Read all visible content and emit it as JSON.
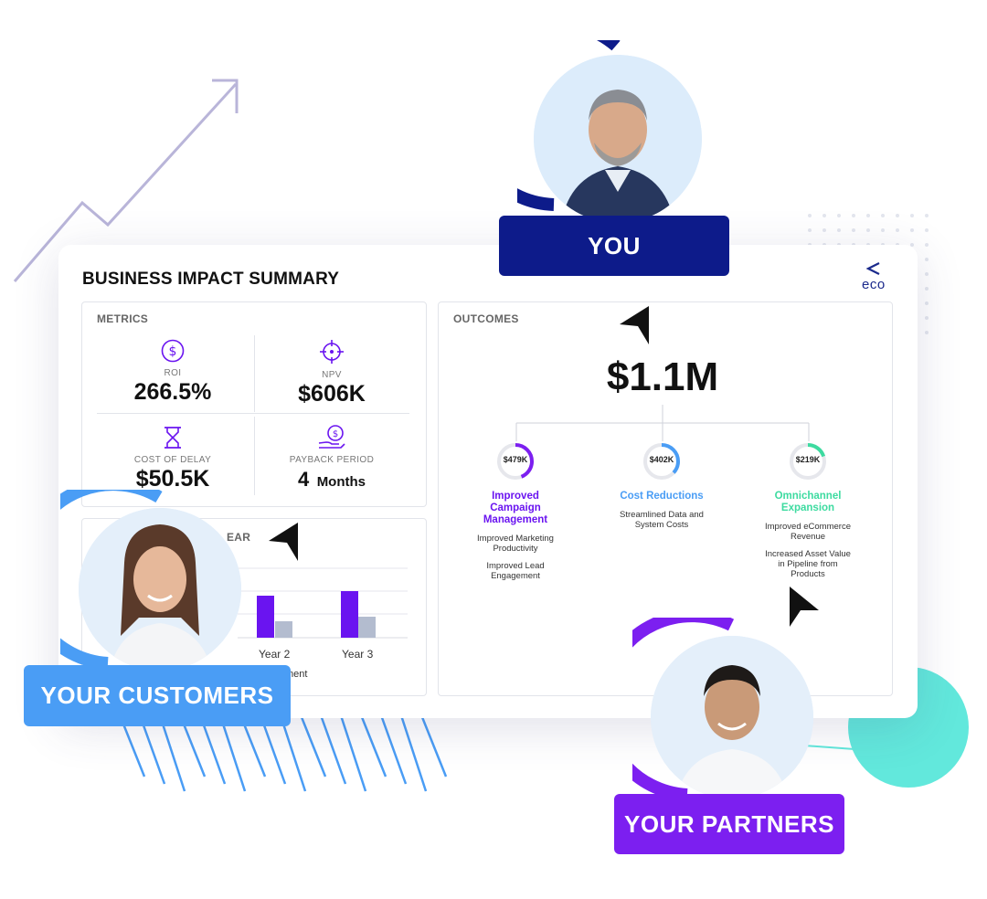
{
  "card": {
    "title": "BUSINESS IMPACT SUMMARY",
    "logo_text": "eco"
  },
  "metrics": {
    "label": "METRICS",
    "items": [
      {
        "label": "ROI",
        "value": "266.5%",
        "icon": "dollar-circle-icon"
      },
      {
        "label": "NPV",
        "value": "$606K",
        "icon": "target-icon"
      },
      {
        "label": "COST OF DELAY",
        "value": "$50.5K",
        "icon": "hourglass-icon"
      },
      {
        "label": "PAYBACK PERIOD",
        "value": "4",
        "unit": "Months",
        "icon": "coin-hand-icon"
      }
    ]
  },
  "outcomes": {
    "label": "OUTCOMES",
    "total": "$1.1M",
    "items": [
      {
        "amount": "$479K",
        "progress": 0.44,
        "color": "#7c1ff0",
        "title_lines": [
          "Improved",
          "Campaign",
          "Management"
        ],
        "details": [
          "Improved Marketing Productivity",
          "Improved Lead Engagement"
        ]
      },
      {
        "amount": "$402K",
        "progress": 0.37,
        "color": "#4a9df5",
        "title_lines": [
          "Cost Reductions"
        ],
        "details": [
          "Streamlined Data and System Costs"
        ]
      },
      {
        "amount": "$219K",
        "progress": 0.2,
        "color": "#3ddba0",
        "title_lines": [
          "Omnichannel",
          "Expansion"
        ],
        "details": [
          "Improved eCommerce Revenue",
          "Increased Asset Value in Pipeline from Products"
        ]
      }
    ]
  },
  "year_panel": {
    "header_fragment": "EAR",
    "x_labels": [
      "Year 2",
      "Year 3"
    ],
    "legend_fragment": "ment"
  },
  "people": {
    "you": "YOU",
    "customers": "YOUR CUSTOMERS",
    "partners": "YOUR PARTNERS"
  },
  "colors": {
    "navy": "#0d1b8a",
    "blue": "#4a9df5",
    "purple": "#7c1ff0",
    "teal": "#62e8dc",
    "bar_primary": "#6a14f0",
    "bar_secondary": "#b3bccf"
  }
}
